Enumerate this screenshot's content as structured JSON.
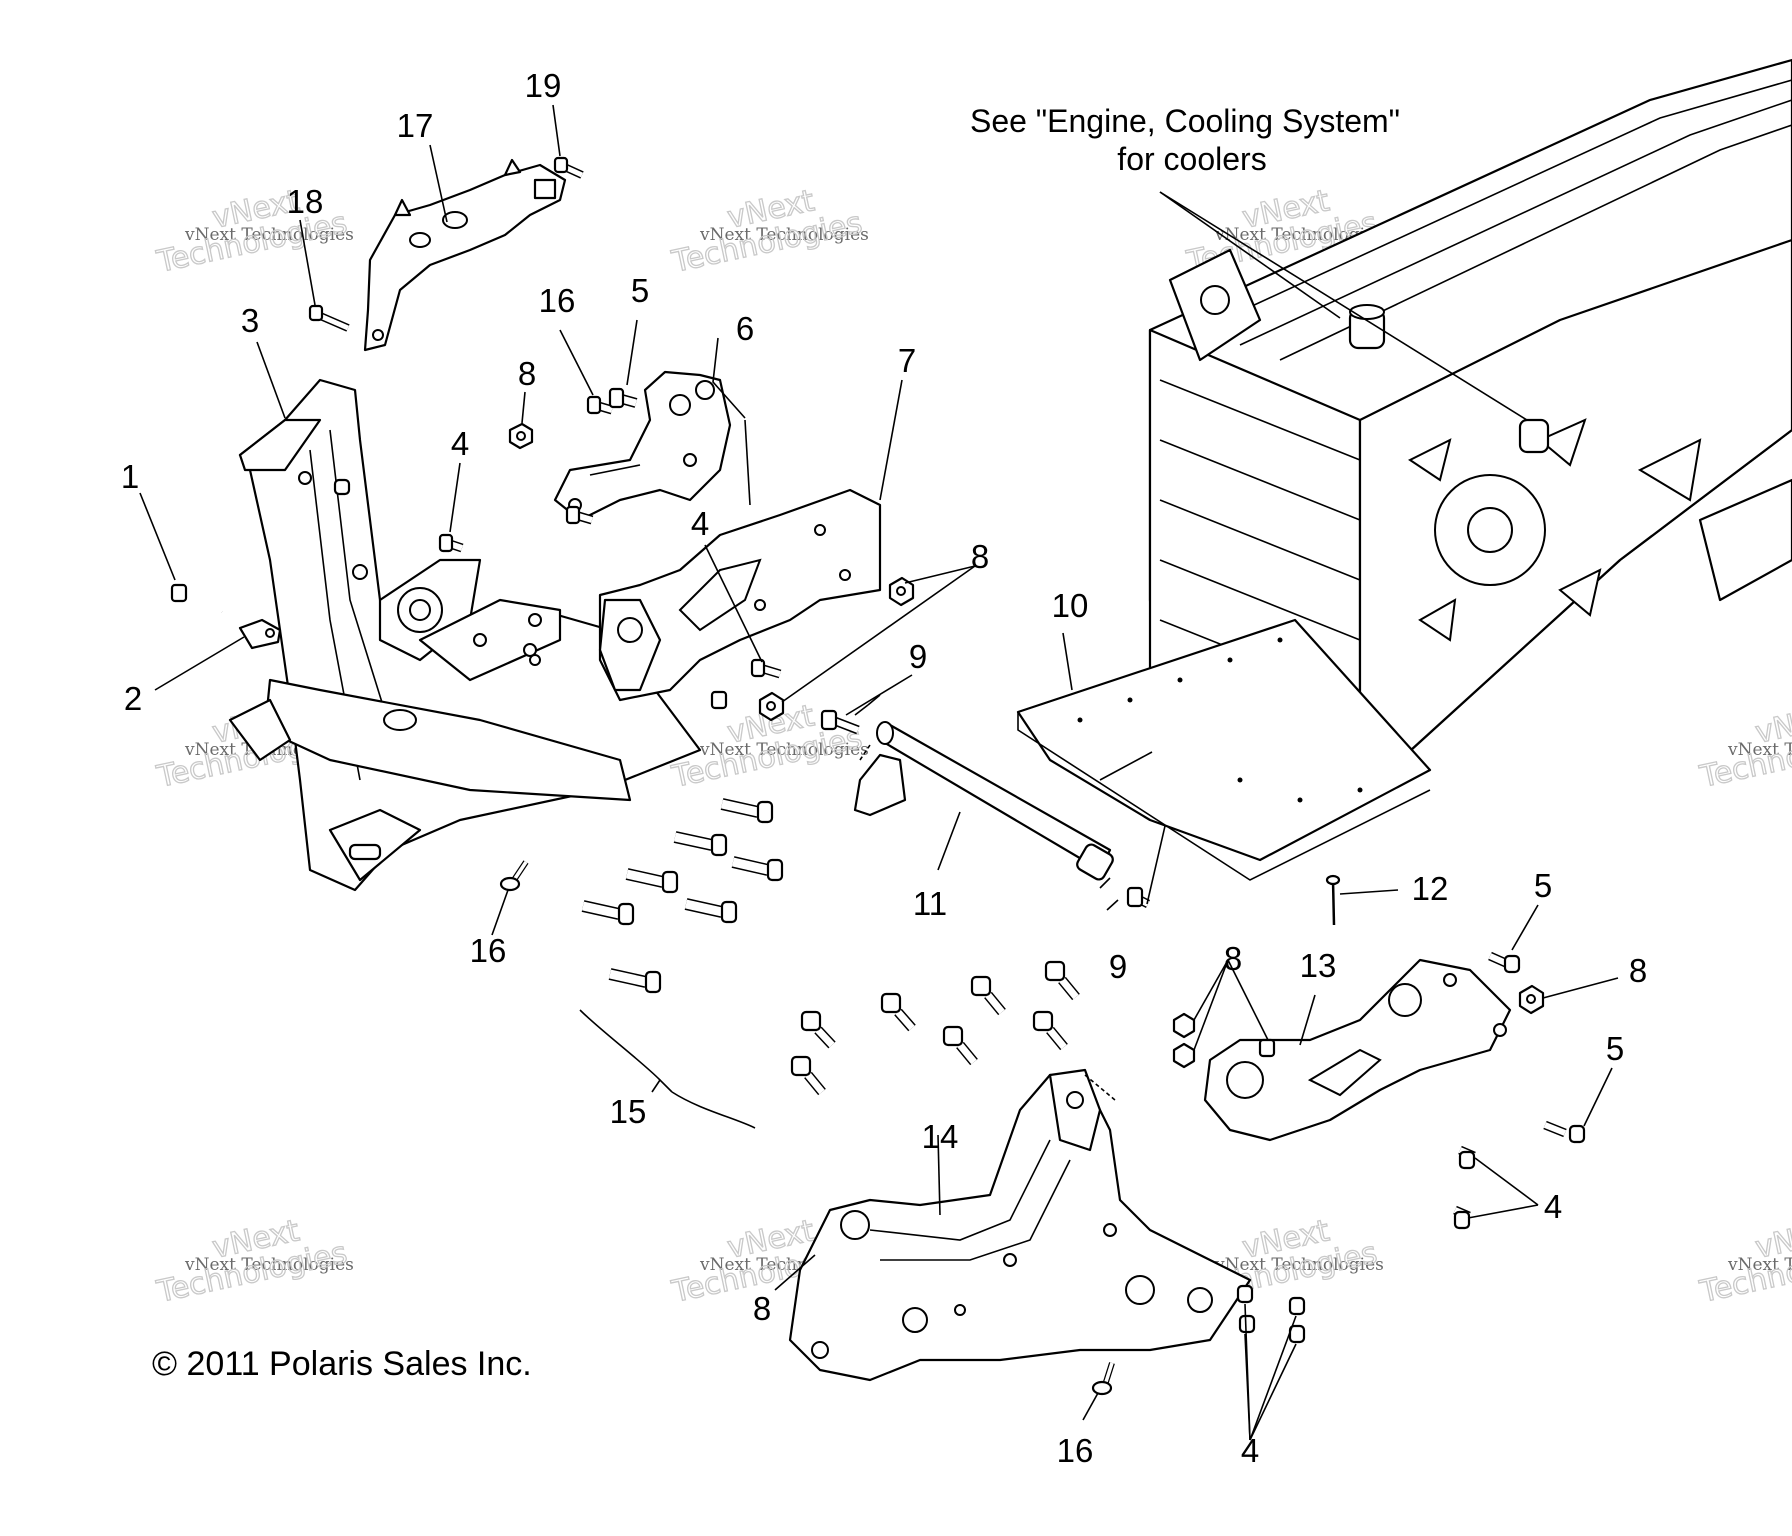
{
  "callout_numbers": {
    "n1": "1",
    "n2": "2",
    "n3": "3",
    "n4a": "4",
    "n4b": "4",
    "n4c": "4",
    "n4d": "4",
    "n5a": "5",
    "n5b": "5",
    "n5c": "5",
    "n6": "6",
    "n7": "7",
    "n8a": "8",
    "n8b": "8",
    "n8c": "8",
    "n8d": "8",
    "n8e": "8",
    "n9a": "9",
    "n9b": "9",
    "n10": "10",
    "n11": "11",
    "n12": "12",
    "n13": "13",
    "n14": "14",
    "n15": "15",
    "n16a": "16",
    "n16b": "16",
    "n16c": "16",
    "n17": "17",
    "n18": "18",
    "n19": "19"
  },
  "note": {
    "line1": "See \"Engine, Cooling System\"",
    "line2": "for coolers"
  },
  "copyright": "© 2011 Polaris Sales Inc.",
  "watermark": {
    "line1": "vNext Technologies",
    "line2": "vNext",
    "line3": "Technologies"
  }
}
